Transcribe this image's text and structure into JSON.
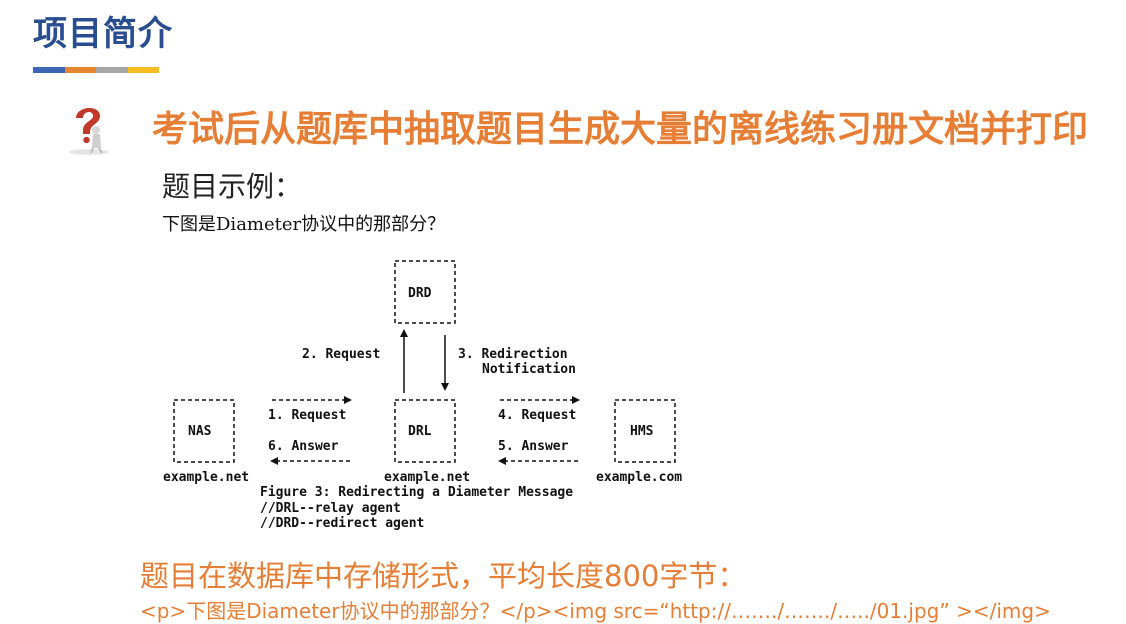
{
  "page": {
    "title": "项目简介",
    "accent_bars": [
      "#3c66b5",
      "#e3862f",
      "#a6a6a6",
      "#f5bd1f"
    ]
  },
  "headline": "考试后从题库中抽取题目生成大量的离线练习册文档并打印",
  "example_label": "题目示例：",
  "question_text": "下图是Diameter协议中的那部分？",
  "figure": {
    "nodes": {
      "drd": "DRD",
      "nas": "NAS",
      "drl": "DRL",
      "hms": "HMS"
    },
    "labels": {
      "request2": "2. Request",
      "redirection3": "3. Redirection",
      "notification": "Notification",
      "request1": "1. Request",
      "answer6": "6. Answer",
      "request4": "4. Request",
      "answer5": "5. Answer"
    },
    "hosts": {
      "left": "example.net",
      "center": "example.net",
      "right": "example.com"
    },
    "caption": "Figure 3: Redirecting a Diameter Message",
    "legend1": "//DRL--relay agent",
    "legend2": "//DRD--redirect agent"
  },
  "storage_text": "题目在数据库中存储形式，平均长度800字节：",
  "html_code": "<p>下图是Diameter协议中的那部分？</p><img src=“http://……./……./…../01.jpg” ></img>",
  "colors": {
    "title": "#2a4d8f",
    "accent": "#e67e36",
    "icon_red": "#c0392b"
  },
  "icons": {
    "question": "question-mark-figure-icon"
  }
}
